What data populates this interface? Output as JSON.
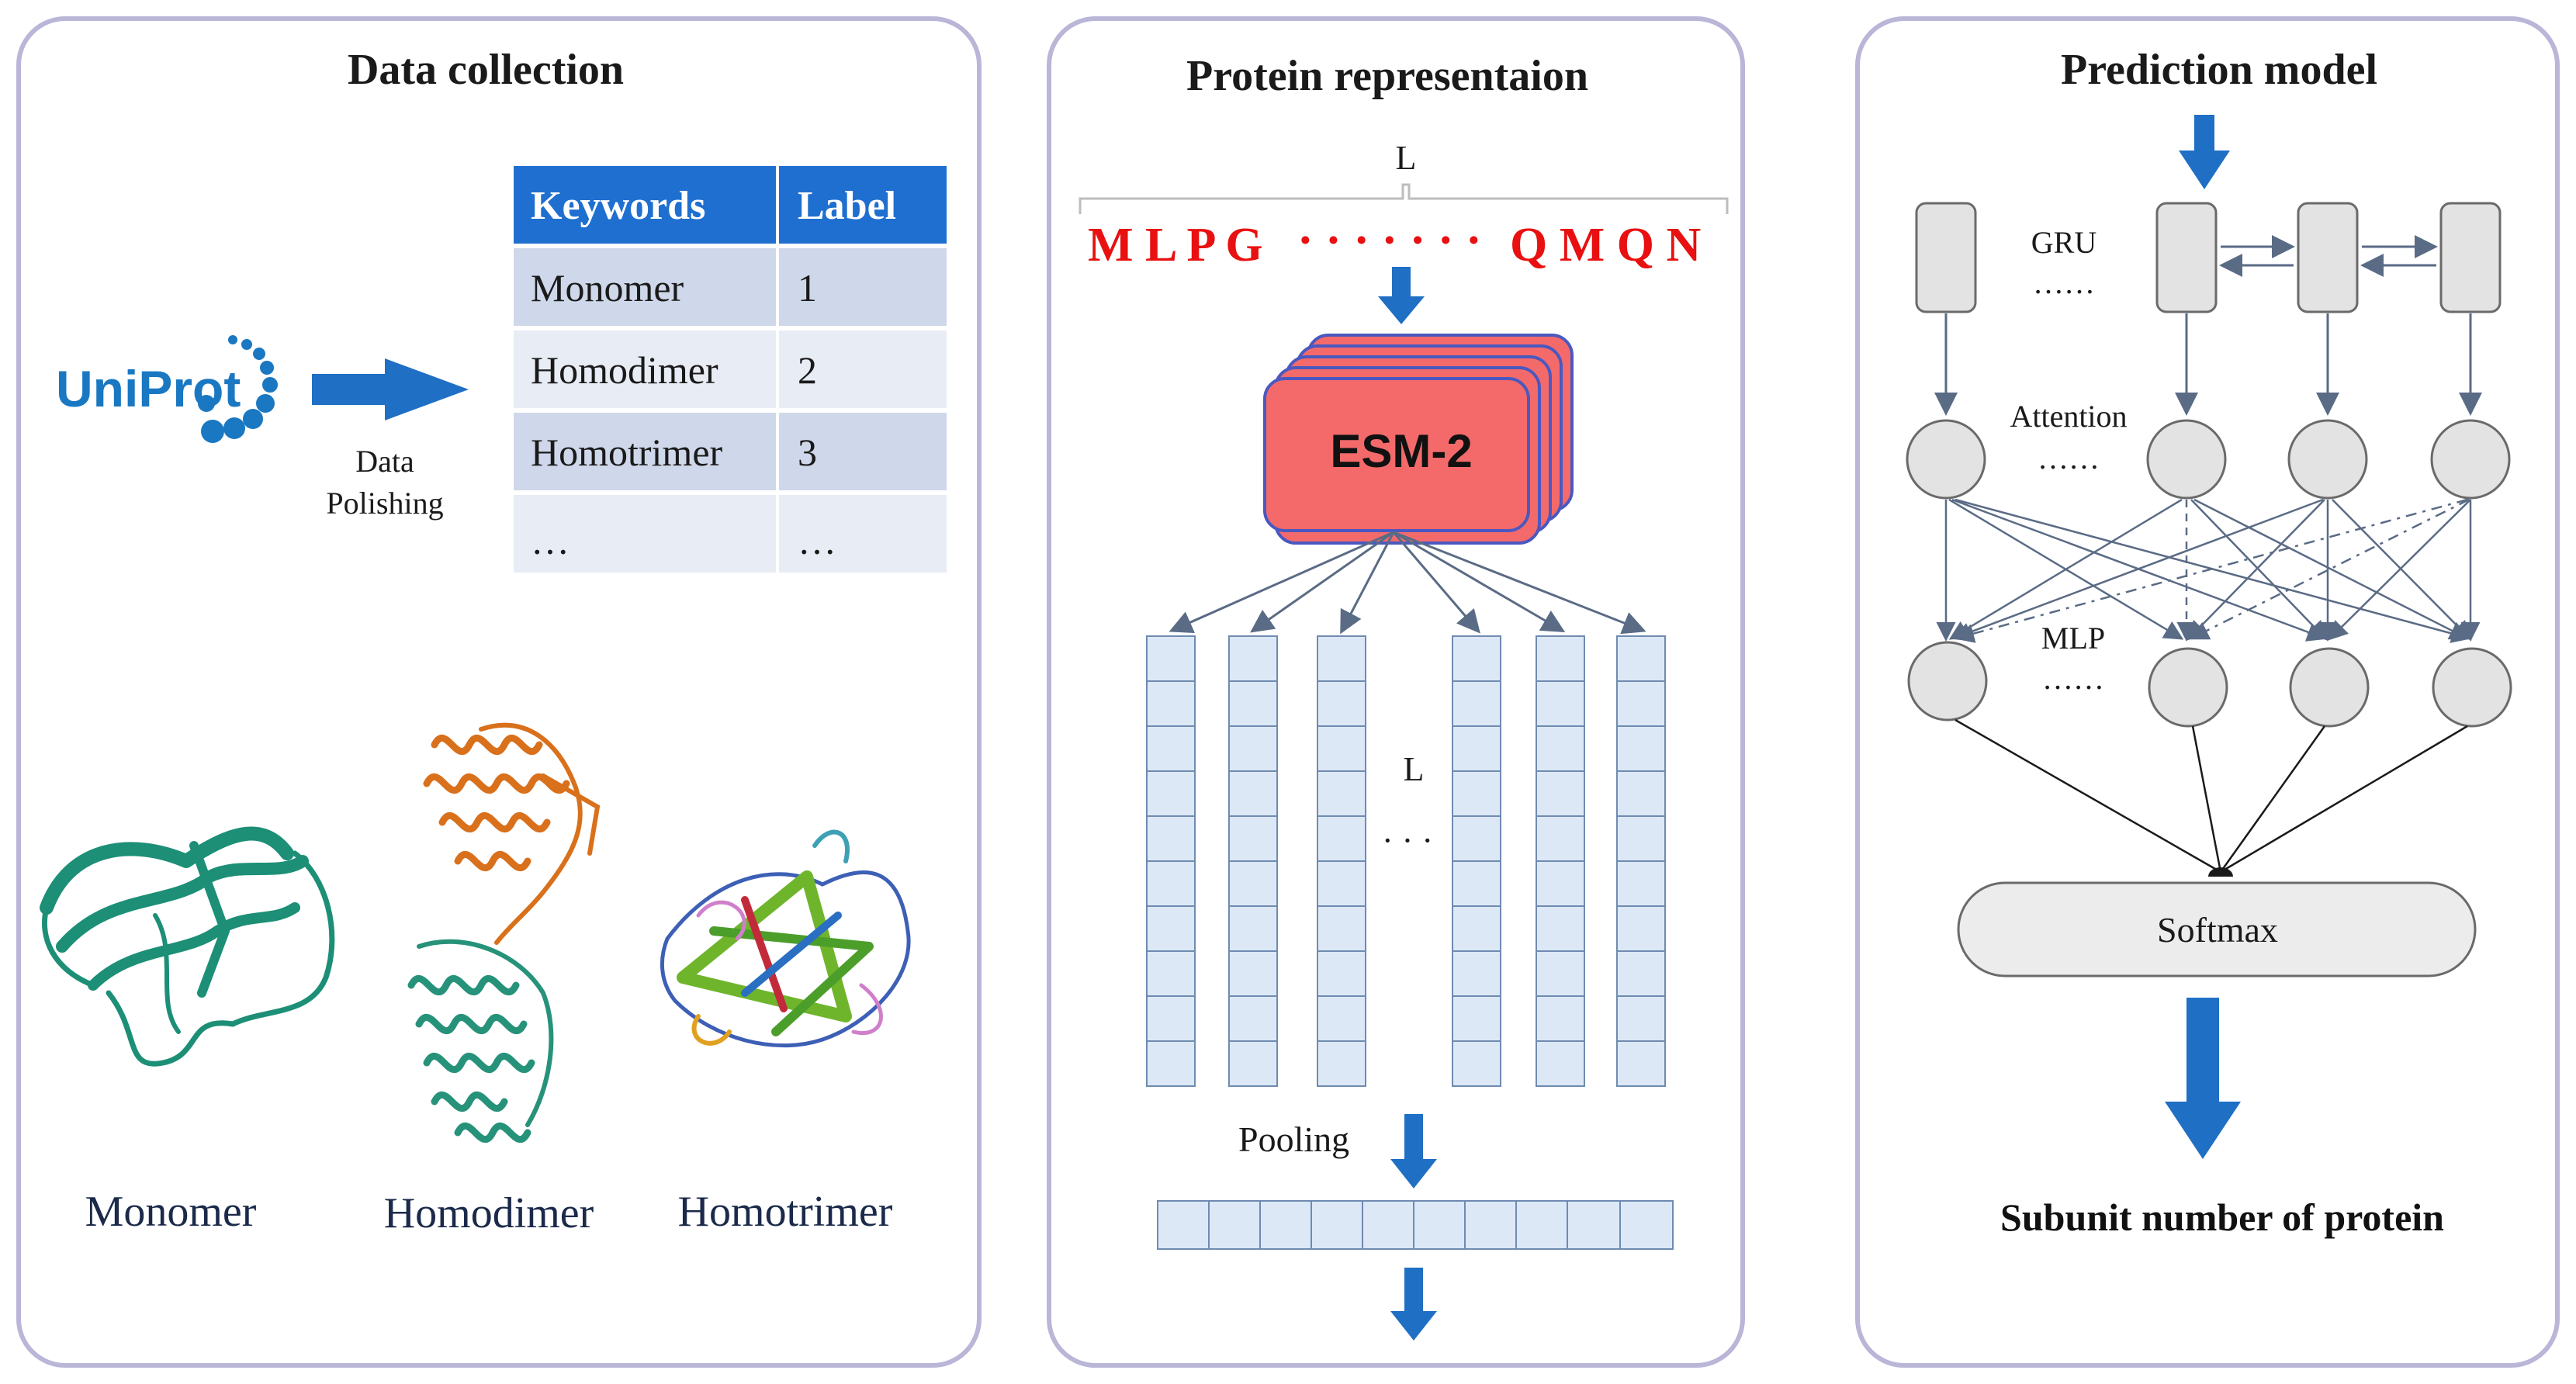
{
  "panels": {
    "data_collection": {
      "title": "Data collection",
      "logo_text": "UniProt",
      "polish_label_line1": "Data",
      "polish_label_line2": "Polishing",
      "table": {
        "headers": [
          "Keywords",
          "Label"
        ],
        "rows": [
          [
            "Monomer",
            "1"
          ],
          [
            "Homodimer",
            "2"
          ],
          [
            "Homotrimer",
            "3"
          ],
          [
            "…",
            "…"
          ]
        ]
      },
      "structures": [
        "Monomer",
        "Homodimer",
        "Homotrimer"
      ]
    },
    "protein_representation": {
      "title": "Protein representaion",
      "length_label_top": "L",
      "sequence_left": "M L P G",
      "sequence_dots": "· · · · · · ·",
      "sequence_right": "Q M Q N",
      "model_label": "ESM-2",
      "length_label_mid": "L",
      "column_ellipsis": "· · ·",
      "pooling_label": "Pooling"
    },
    "prediction_model": {
      "title": "Prediction model",
      "gru_label": "GRU",
      "gru_dots": "……",
      "attention_label": "Attention",
      "attention_dots": "……",
      "mlp_label": "MLP",
      "mlp_dots": "……",
      "softmax_label": "Softmax",
      "output_label": "Subunit number of protein"
    }
  },
  "colors": {
    "panel_border": "#b9b6d8",
    "arrow_blue": "#1f6fc4",
    "table_header": "#1f6fd0",
    "table_row_a": "#cfd8ea",
    "table_row_b": "#e8ecf4",
    "esm_fill": "#f46a6a",
    "embed_cell": "#dde8f7",
    "node_fill": "#e3e3e3",
    "monomer": "#1c8f76",
    "homodimer_top": "#d9701c",
    "homodimer_bottom": "#27927a"
  }
}
